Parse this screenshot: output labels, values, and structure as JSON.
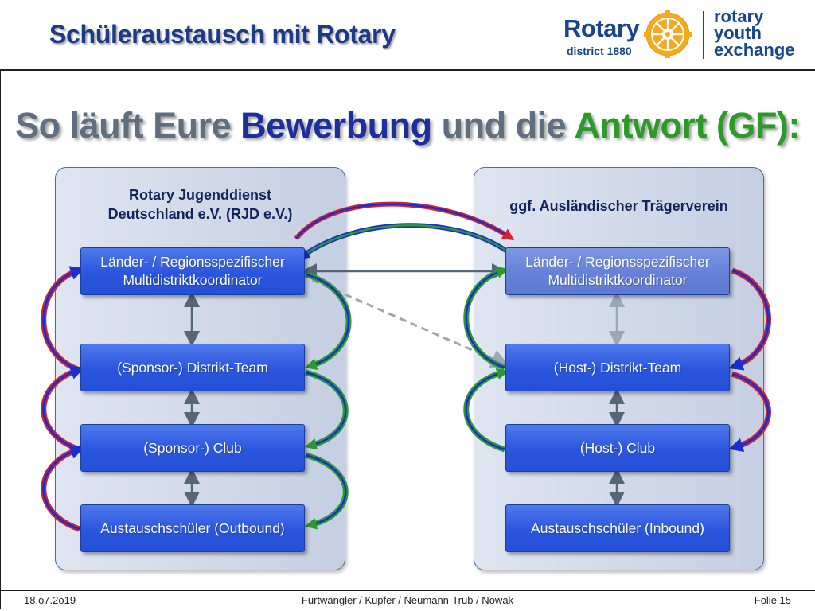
{
  "header": {
    "title": "Schüleraustausch mit Rotary",
    "logo": {
      "rotary": "Rotary",
      "district": "district 1880",
      "rye_line1": "rotary",
      "rye_line2": "youth",
      "rye_line3": "exchange",
      "wheel_icon": "rotary-wheel-icon",
      "brand_color": "#17458f",
      "gold_color": "#f7a81b"
    }
  },
  "main_title": {
    "part1": "So läuft Eure ",
    "part2": "Bewerbung",
    "part3": " und die ",
    "part4": "Antwort (GF):"
  },
  "left_panel": {
    "title_line1": "Rotary Jugenddienst",
    "title_line2": "Deutschland e.V. (RJD e.V.)",
    "boxes": [
      {
        "line1": "Länder- / Regionsspezifischer",
        "line2": "Multidistriktkoordinator"
      },
      {
        "line1": "(Sponsor-) Distrikt-Team",
        "line2": ""
      },
      {
        "line1": "(Sponsor-) Club",
        "line2": ""
      },
      {
        "line1": "Austauschschüler (Outbound)",
        "line2": ""
      }
    ]
  },
  "right_panel": {
    "title_line1": "ggf. Ausländischer Trägerverein",
    "boxes": [
      {
        "line1": "Länder- / Regionsspezifischer",
        "line2": "Multidistriktkoordinator"
      },
      {
        "line1": "(Host-) Distrikt-Team",
        "line2": ""
      },
      {
        "line1": "(Host-) Club",
        "line2": ""
      },
      {
        "line1": "Austauschschüler (Inbound)",
        "line2": ""
      }
    ]
  },
  "footer": {
    "date": "18.o7.2o19",
    "authors": "Furtwängler / Kupfer / Neumann-Trüb / Nowak",
    "slide": "Folie 15"
  },
  "colors": {
    "application_arrow_red": "#d8202a",
    "application_arrow_blue": "#1a2fd0",
    "answer_arrow_green": "#2c9a2e",
    "box_blue": "#2a55de",
    "connector_grey": "#6c7c8c"
  }
}
